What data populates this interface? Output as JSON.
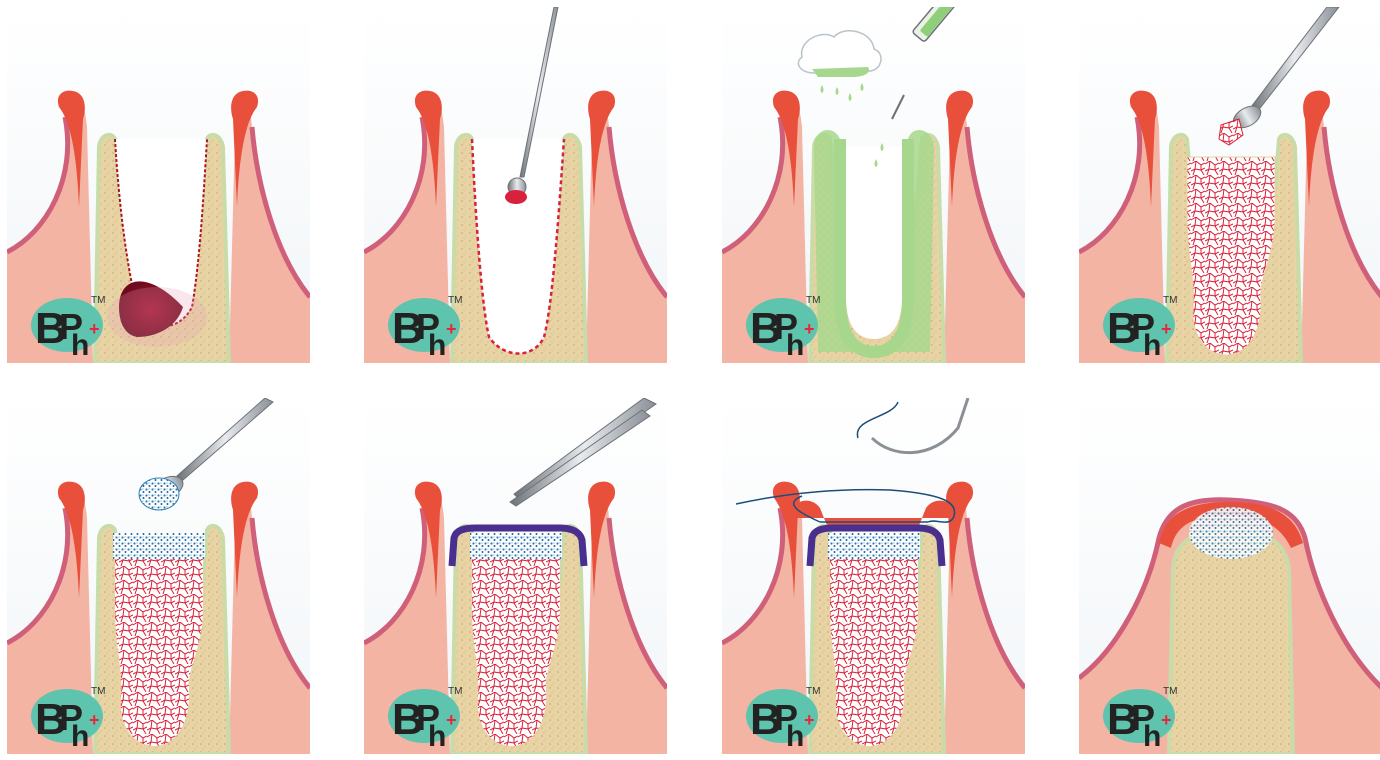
{
  "logo": {
    "text_b": "B",
    "text_p": "P",
    "text_h": "h",
    "plus": "+",
    "trademark": "TM"
  },
  "colors": {
    "gum": "#f4b4a4",
    "gum_edge": "#e8503c",
    "gum_dark": "#d0607a",
    "bone": "#e6cfa0",
    "bone_border": "#c9dca8",
    "membrane": "#4a2f8f",
    "graft_red": "#d8213a",
    "graft_blue": "#2a7fb8",
    "logo_teal": "#5fc4ad"
  },
  "panels": [
    {
      "id": "step-1",
      "name": "extraction-socket"
    },
    {
      "id": "step-2",
      "name": "socket-debridement-curette"
    },
    {
      "id": "step-3",
      "name": "socket-irrigation-syringe"
    },
    {
      "id": "step-4",
      "name": "bone-graft-placement"
    },
    {
      "id": "step-5",
      "name": "graft-cap-placement"
    },
    {
      "id": "step-6",
      "name": "membrane-placement-forceps"
    },
    {
      "id": "step-7",
      "name": "suturing"
    },
    {
      "id": "step-8",
      "name": "healed-ridge"
    }
  ]
}
